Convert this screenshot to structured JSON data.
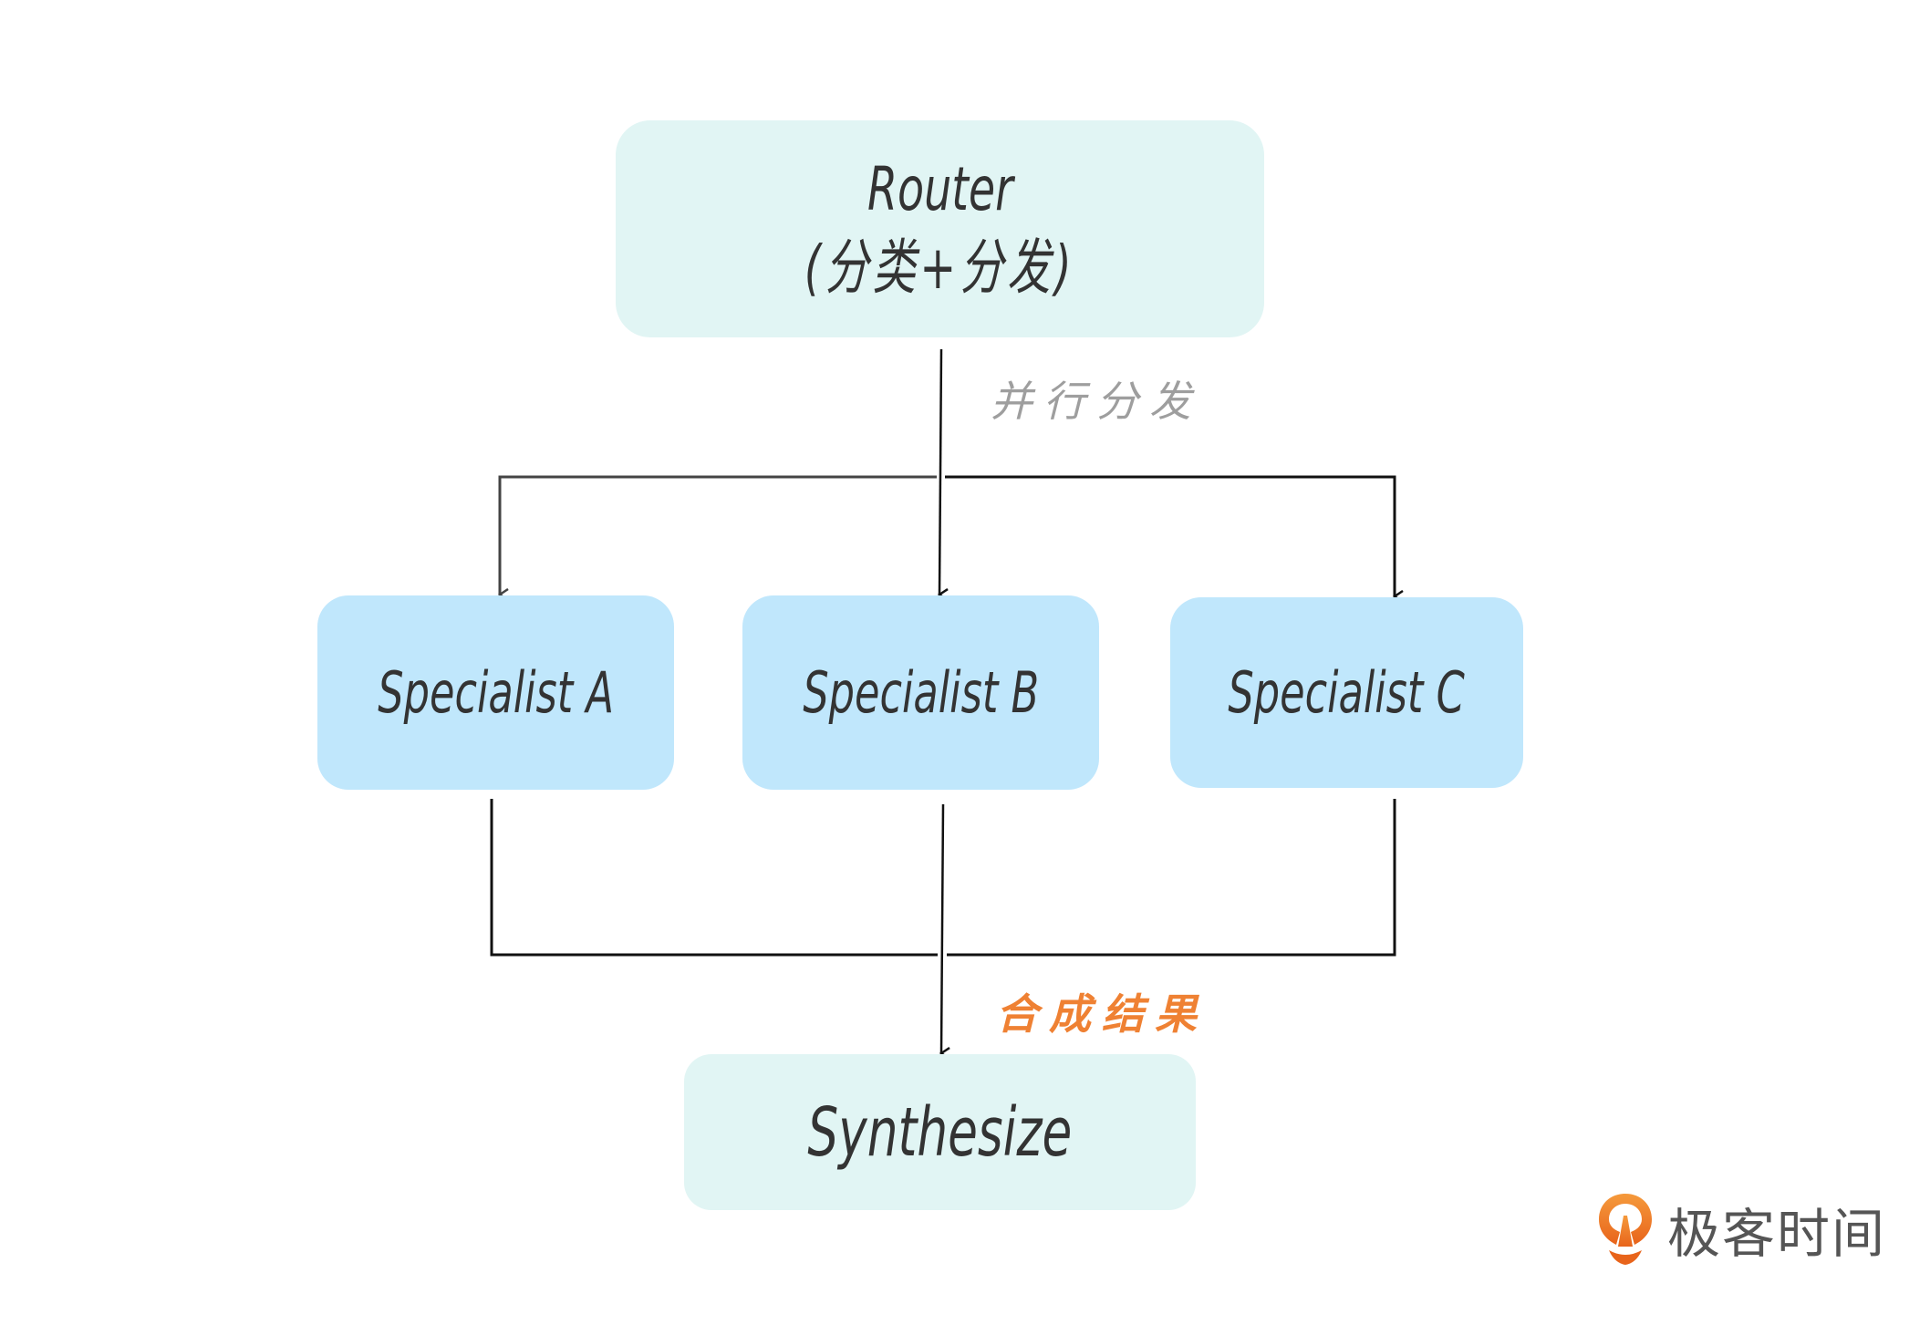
{
  "diagram": {
    "title": "Router parallel dispatch to specialists and synthesis",
    "nodes": {
      "router": {
        "line1": "Router",
        "line2": "(分类+分发)"
      },
      "specialists": [
        {
          "id": "A",
          "label": "Specialist A"
        },
        {
          "id": "B",
          "label": "Specialist B"
        },
        {
          "id": "C",
          "label": "Specialist C"
        }
      ],
      "synthesize": {
        "label": "Synthesize"
      }
    },
    "edges": [
      {
        "from": "router",
        "to": "specialist-a",
        "group": "dispatch"
      },
      {
        "from": "router",
        "to": "specialist-b",
        "group": "dispatch"
      },
      {
        "from": "router",
        "to": "specialist-c",
        "group": "dispatch"
      },
      {
        "from": "specialist-a",
        "to": "synthesize",
        "group": "merge"
      },
      {
        "from": "specialist-b",
        "to": "synthesize",
        "group": "merge"
      },
      {
        "from": "specialist-c",
        "to": "synthesize",
        "group": "merge"
      }
    ],
    "edge_labels": {
      "dispatch": "并行分发",
      "merge": "合成结果"
    },
    "colors": {
      "router_fill": "#e1f5f4",
      "specialist_fill": "#c0e7fc",
      "synthesize_fill": "#e1f5f4",
      "node_text": "#333333",
      "dispatch_label": "#9e9e9e",
      "merge_label": "#ef8133",
      "connector": "#111111",
      "brand_orange": "#ef7a22",
      "brand_text": "#555555"
    }
  },
  "brand": {
    "name": "极客时间",
    "icon": "geektime-logo-icon"
  }
}
